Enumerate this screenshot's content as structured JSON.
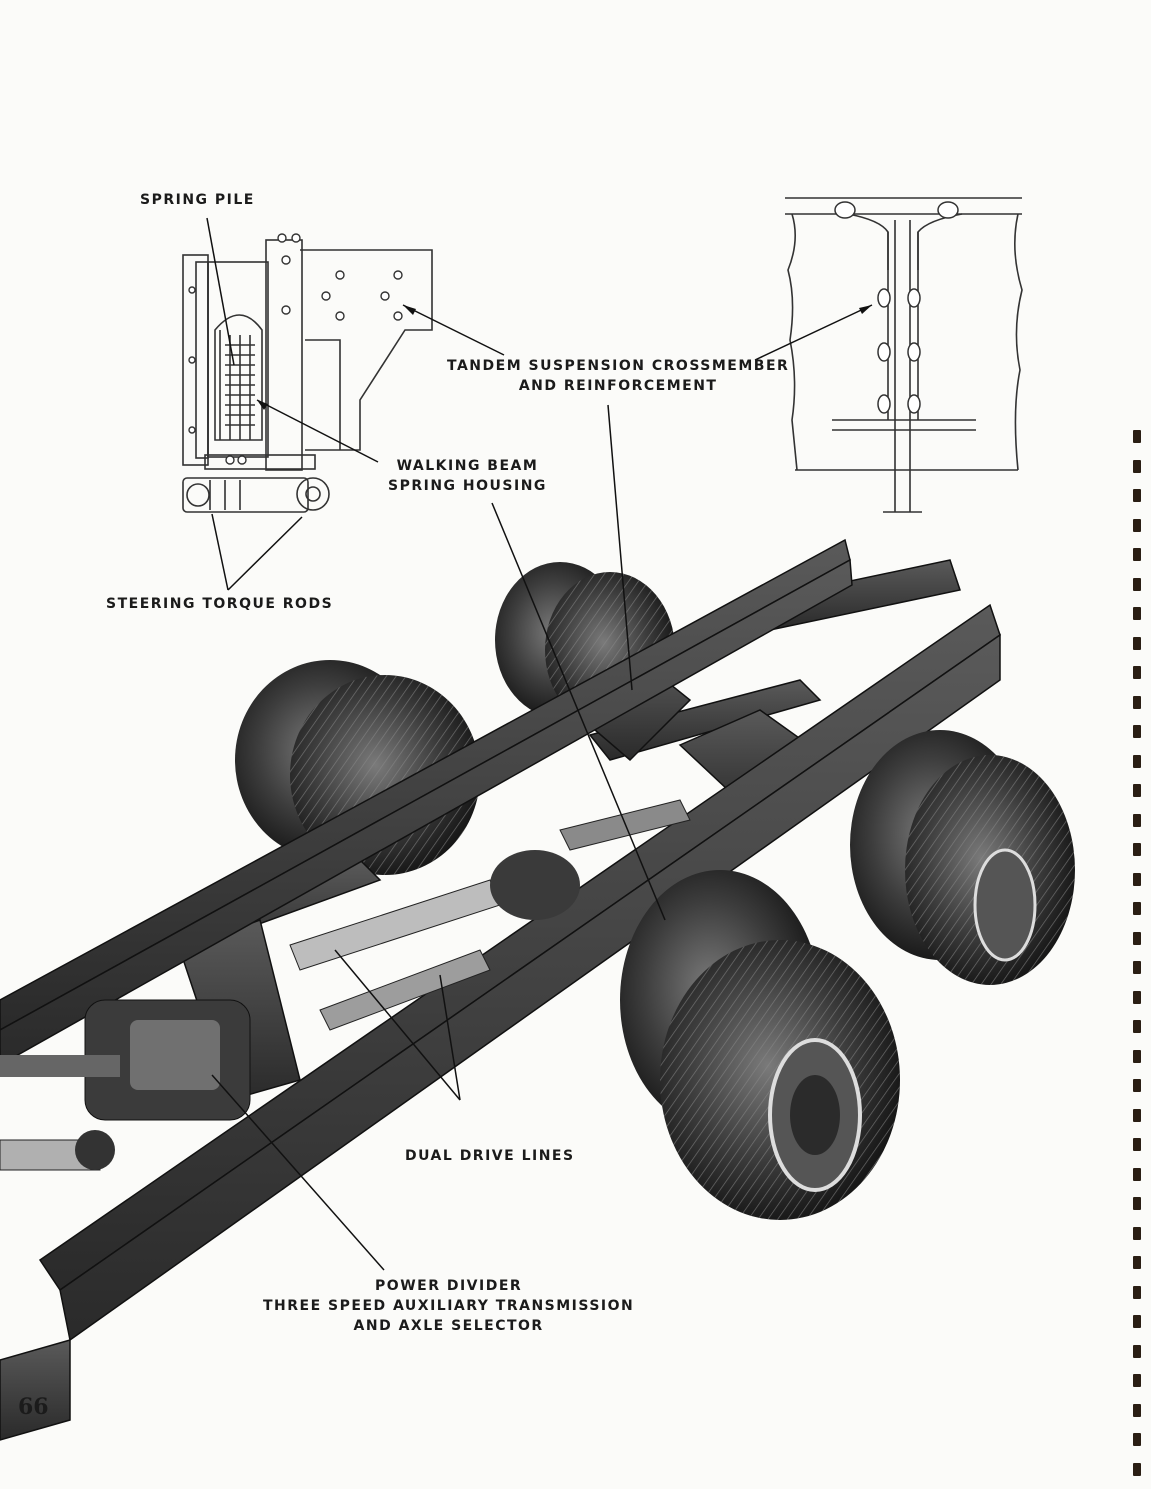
{
  "page": {
    "page_number": "66"
  },
  "callouts": {
    "spring_pile": "SPRING PILE",
    "crossmember_line1": "TANDEM SUSPENSION CROSSMEMBER",
    "crossmember_line2": "AND REINFORCEMENT",
    "walking_beam_line1": "WALKING BEAM",
    "walking_beam_line2": "SPRING HOUSING",
    "steering_torque_rods": "STEERING TORQUE RODS",
    "dual_drive_lines": "DUAL DRIVE LINES",
    "power_divider_line1": "POWER DIVIDER",
    "power_divider_line2": "THREE SPEED AUXILIARY TRANSMISSION",
    "power_divider_line3": "AND AXLE SELECTOR"
  },
  "figures": {
    "spring_housing_diagram": "line drawing of walking beam spring housing",
    "crossmember_section": "line drawing of crossmember section",
    "chassis_photo": "photograph of tandem axle truck chassis"
  }
}
